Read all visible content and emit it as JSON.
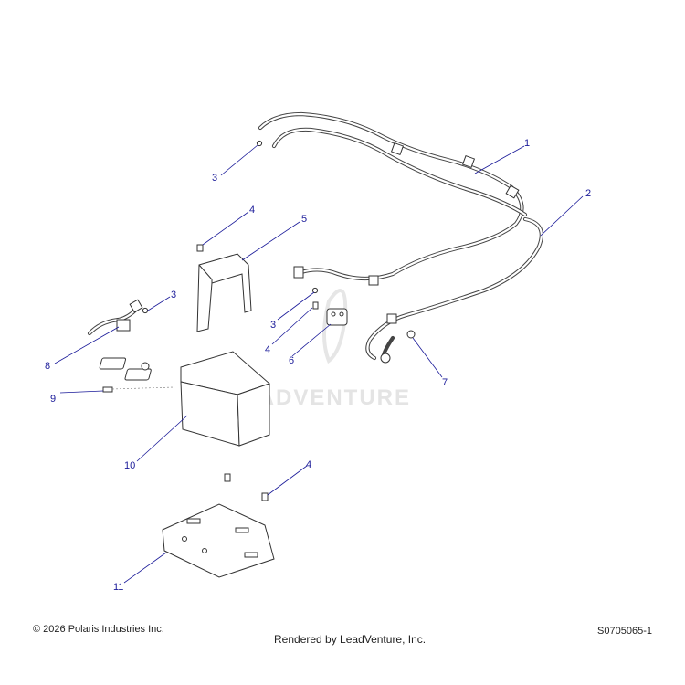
{
  "watermark": "LEADVENTURE",
  "callouts": [
    "1",
    "2",
    "3",
    "4",
    "5",
    "3",
    "3",
    "4",
    "6",
    "7",
    "8",
    "9",
    "10",
    "4",
    "11"
  ],
  "footer": {
    "copyright": "© 2026 Polaris Industries Inc.",
    "rendered_by": "Rendered by LeadVenture, Inc.",
    "diagram_id": "S0705065-1"
  },
  "colors": {
    "callout": "#1a1a99",
    "line_art": "#333333",
    "watermark": "#e4e4e4"
  }
}
